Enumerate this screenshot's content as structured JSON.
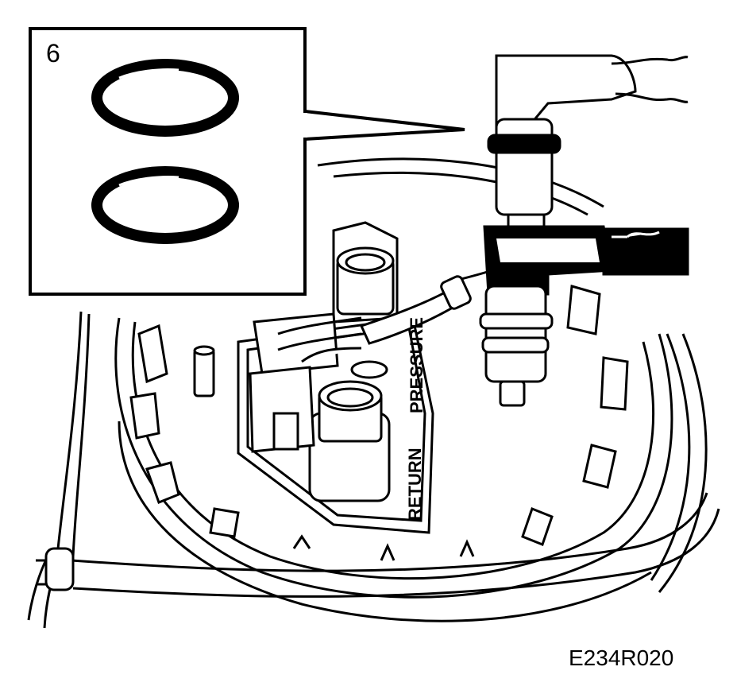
{
  "callout": {
    "number": "6"
  },
  "labels": {
    "pressure": "PRESSURE",
    "return": "RETURN"
  },
  "figure_code": "E234R020",
  "colors": {
    "ink": "#000000",
    "paper": "#ffffff"
  }
}
